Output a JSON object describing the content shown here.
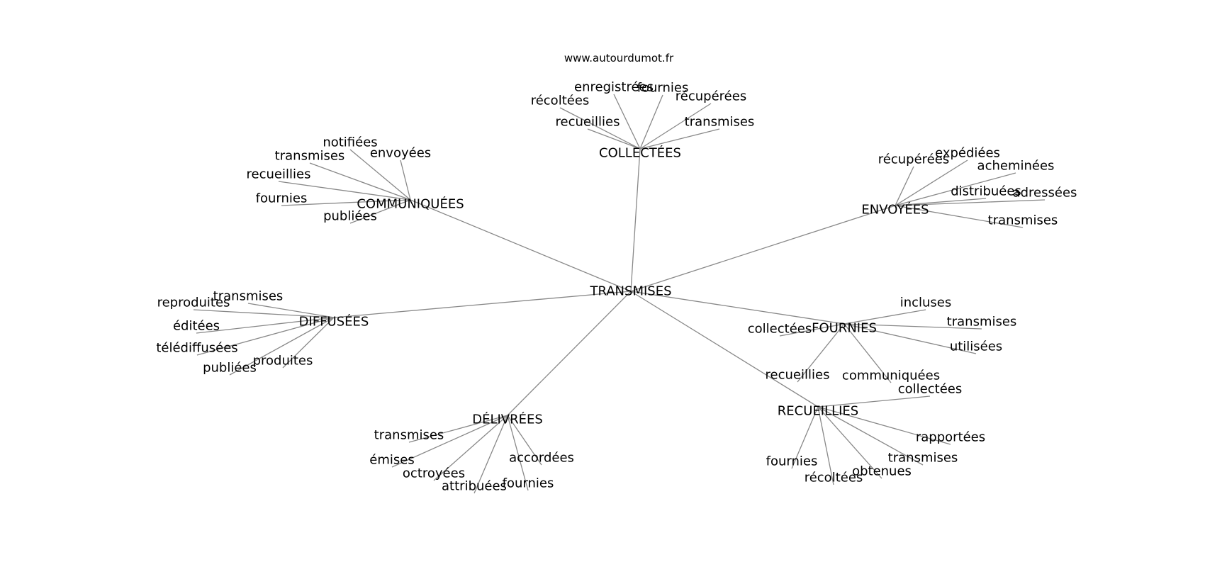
{
  "site": "www.autourdumot.fr",
  "center": "TRANSMISES",
  "hubs": [
    {
      "id": "collectees",
      "label": "COLLECTÉES",
      "leaves": [
        "enregistrées",
        "fournies",
        "récoltées",
        "récupérées",
        "recueillies",
        "transmises"
      ]
    },
    {
      "id": "communiquees",
      "label": "COMMUNIQUÉES",
      "leaves": [
        "notifiées",
        "transmises",
        "envoyées",
        "recueillies",
        "fournies",
        "publiées"
      ]
    },
    {
      "id": "envoyees",
      "label": "ENVOYÉES",
      "leaves": [
        "récupérées",
        "expédiées",
        "acheminées",
        "distribuées",
        "adressées",
        "transmises"
      ]
    },
    {
      "id": "diffusees",
      "label": "DIFFUSÉES",
      "leaves": [
        "transmises",
        "reproduites",
        "éditées",
        "télédiffusées",
        "publiées",
        "produites"
      ]
    },
    {
      "id": "fournies",
      "label": "FOURNIES",
      "leaves": [
        "incluses",
        "transmises",
        "collectées",
        "utilisées",
        "recueillies",
        "communiquées"
      ]
    },
    {
      "id": "delivrees",
      "label": "DÉLIVRÉES",
      "leaves": [
        "transmises",
        "émises",
        "octroyées",
        "attribuées",
        "accordées",
        "fournies"
      ]
    },
    {
      "id": "recueillies",
      "label": "RECUEILLIES",
      "leaves": [
        "collectées",
        "rapportées",
        "transmises",
        "fournies",
        "récoltées",
        "obtenues"
      ]
    }
  ]
}
